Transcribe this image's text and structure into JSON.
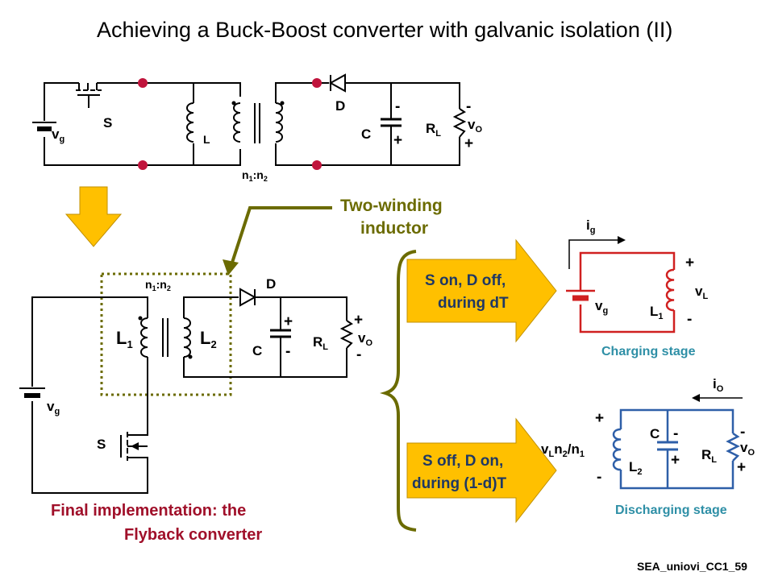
{
  "title": "Achieving a Buck-Boost converter with galvanic isolation (II)",
  "footer": "SEA_uniovi_CC1_59",
  "top_circuit": {
    "source": "v",
    "source_sub": "g",
    "switch": "S",
    "inductor": "L",
    "ratio": {
      "n1": "n",
      "s1": "1",
      "sep": ":",
      "n2": "n",
      "s2": "2"
    },
    "diode": "D",
    "capacitor": "C",
    "cap_minus": "-",
    "cap_plus": "+",
    "load": "R",
    "load_sub": "L",
    "out": "v",
    "out_sub": "O",
    "out_minus": "-",
    "out_plus": "+"
  },
  "callout": {
    "line1": "Two-winding",
    "line2": "inductor"
  },
  "flyback": {
    "ratio": {
      "n1": "n",
      "s1": "1",
      "sep": ":",
      "n2": "n",
      "s2": "2"
    },
    "diode": "D",
    "l1": "L",
    "l1_sub": "1",
    "l2": "L",
    "l2_sub": "2",
    "capacitor": "C",
    "cap_plus": "+",
    "cap_minus": "-",
    "load": "R",
    "load_sub": "L",
    "out": "v",
    "out_sub": "O",
    "out_plus": "+",
    "out_minus": "-",
    "source": "v",
    "source_sub": "g",
    "switch": "S",
    "caption_line1": "Final implementation: the",
    "caption_line2": "Flyback converter"
  },
  "phase_on": {
    "line1": "S on, D off,",
    "line2": "during dT"
  },
  "phase_off": {
    "line1": "S off, D on,",
    "line2": "during (1-d)T"
  },
  "charging": {
    "current": "i",
    "current_sub": "g",
    "source": "v",
    "source_sub": "g",
    "inductor": "L",
    "inductor_sub": "1",
    "vl": "v",
    "vl_sub": "L",
    "plus": "+",
    "minus": "-",
    "caption": "Charging stage"
  },
  "discharging": {
    "current": "i",
    "current_sub": "O",
    "vlabel_v": "v",
    "vlabel_vsub": "L",
    "vlabel_n2": "n",
    "vlabel_n2sub": "2",
    "vlabel_slash": "/n",
    "vlabel_n1sub": "1",
    "inductor": "L",
    "inductor_sub": "2",
    "capacitor": "C",
    "cap_minus": "-",
    "cap_plus": "+",
    "load": "R",
    "load_sub": "L",
    "out": "v",
    "out_sub": "O",
    "plus": "+",
    "minus": "-",
    "out_minus": "-",
    "out_plus": "+",
    "caption": "Discharging stage"
  },
  "colors": {
    "dot": "#c0143c",
    "arrow_fill": "#ffc000",
    "callout": "#6b6b00",
    "charging_wire": "#d02020",
    "discharging_wire": "#2e5fa8",
    "caption_teal": "#2e8fa6",
    "caption_red": "#a0102a"
  }
}
